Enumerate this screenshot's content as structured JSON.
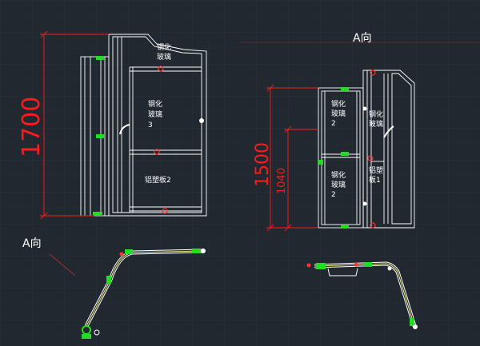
{
  "drawing": {
    "view_label_top": "A向",
    "view_label_left": "A向",
    "dimensions": {
      "left_height": "1700",
      "right_height": "1500",
      "right_inner": "1040"
    },
    "left_panel_labels": {
      "top": [
        "钢化",
        "玻璃"
      ],
      "middle": [
        "钢化",
        "玻璃",
        "3"
      ],
      "bottom": "铝塑板2"
    },
    "right_panel_labels": {
      "upper_left": [
        "钢化",
        "玻璃",
        "2"
      ],
      "lower_left": [
        "钢化",
        "玻璃",
        "2"
      ],
      "upper_right": [
        "钢化",
        "玻璃"
      ],
      "lower_right": [
        "铝塑",
        "板1"
      ]
    },
    "colors": {
      "background": "#212830",
      "grid": "#2b3340",
      "outline": "#ffffff",
      "dimension": "#ff1a1a",
      "hinge_green": "#22dd22",
      "profile_yellow": "#f4f27a"
    }
  }
}
